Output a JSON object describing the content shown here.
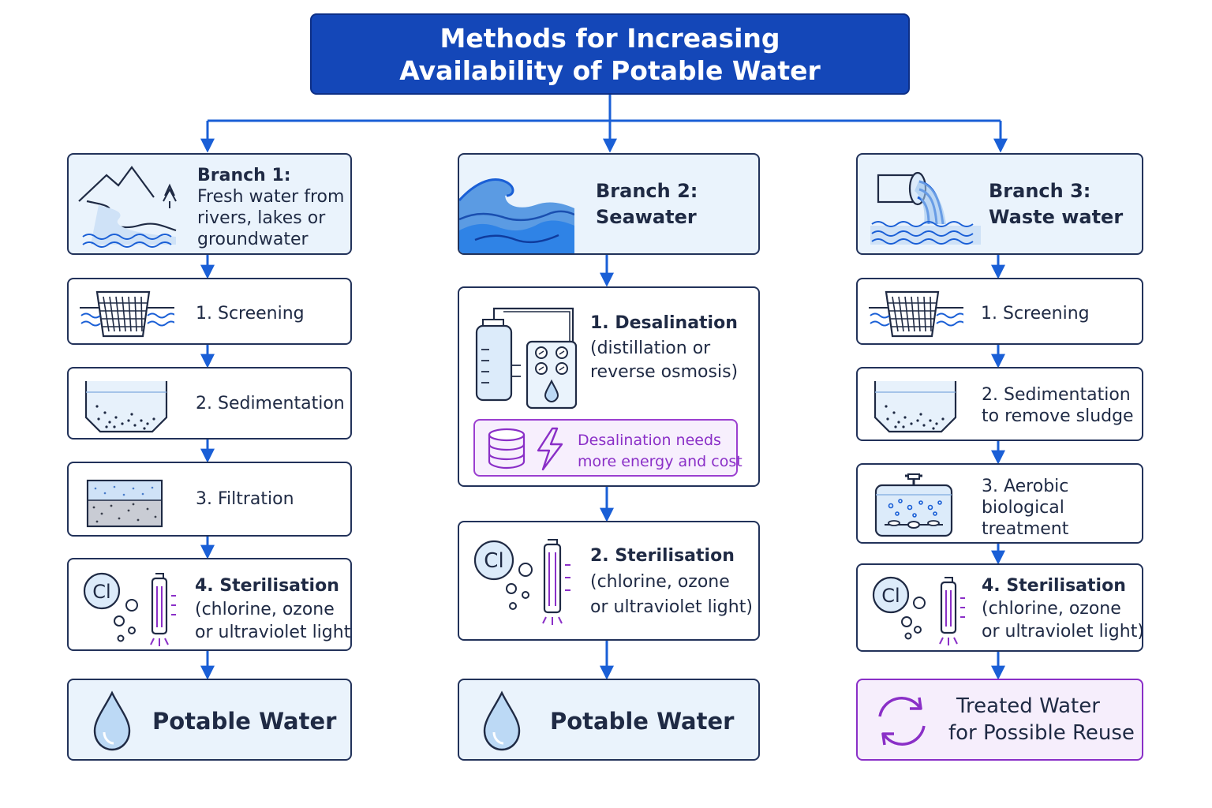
{
  "title": {
    "line1": "Methods for Increasing",
    "line2": "Availability of Potable Water"
  },
  "branch1": {
    "header": [
      "Branch 1:",
      "Fresh water from",
      "rivers, lakes or",
      "groundwater"
    ],
    "steps": [
      {
        "lines": [
          "1. Screening"
        ]
      },
      {
        "lines": [
          "2. Sedimentation"
        ]
      },
      {
        "lines": [
          "3. Filtration"
        ]
      },
      {
        "lines": [
          "4. Sterilisation",
          "(chlorine, ozone",
          "or ultraviolet light)"
        ],
        "cl_label": "Cl"
      }
    ],
    "result": "Potable Water"
  },
  "branch2": {
    "header": [
      "Branch 2:",
      "Seawater"
    ],
    "steps": [
      {
        "lines": [
          "1. Desalination",
          "(distillation or",
          "reverse osmosis)"
        ]
      },
      {
        "lines": [
          "2. Sterilisation",
          "(chlorine, ozone",
          "or ultraviolet light)"
        ],
        "cl_label": "Cl"
      }
    ],
    "note": [
      "Desalination needs",
      "more energy and cost"
    ],
    "result": "Potable Water"
  },
  "branch3": {
    "header": [
      "Branch 3:",
      "Waste water"
    ],
    "steps": [
      {
        "lines": [
          "1. Screening"
        ]
      },
      {
        "lines": [
          "2. Sedimentation",
          "to remove sludge"
        ]
      },
      {
        "lines": [
          "3. Aerobic",
          "biological",
          "treatment"
        ]
      },
      {
        "lines": [
          "4. Sterilisation",
          "(chlorine, ozone",
          "or ultraviolet light)"
        ],
        "cl_label": "Cl"
      }
    ],
    "result": [
      "Treated Water",
      "for Possible Reuse"
    ]
  },
  "icons": {
    "branch1_header": "mountain-river-icon",
    "screening": "screen-grid-icon",
    "sedimentation": "sediment-tank-icon",
    "filtration": "filter-bed-icon",
    "sterilisation": "chlorine-uv-lamp-icon",
    "potable": "water-drop-icon",
    "branch2_header": "ocean-wave-icon",
    "desalination": "desalination-plant-icon",
    "energy": "energy-cost-icon",
    "branch3_header": "waste-pipe-outflow-icon",
    "aerobic": "aeration-tank-icon",
    "reuse": "recycle-arrows-icon"
  },
  "colors": {
    "title_bg": "#1447b8",
    "arrow": "#1a5fd6",
    "box_border": "#22325a",
    "panel_fill": "#eaf3fc",
    "accent_purple": "#8a2fc7",
    "text": "#1f2a44"
  }
}
